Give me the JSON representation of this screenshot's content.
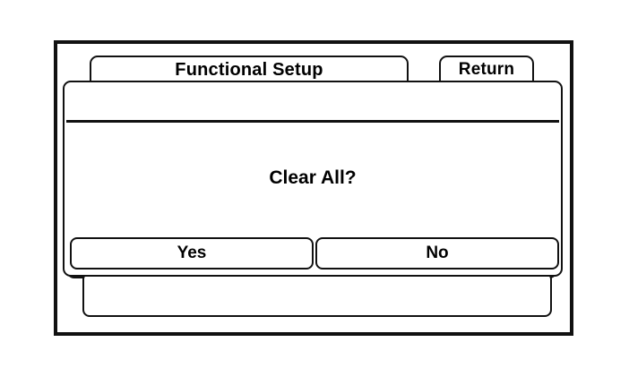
{
  "screen": {
    "tabs": [
      {
        "id": "functional-setup",
        "label": "Functional Setup"
      },
      {
        "id": "return",
        "label": "Return"
      }
    ]
  },
  "dialog": {
    "message": "Clear All?",
    "buttons": [
      {
        "id": "yes",
        "label": "Yes"
      },
      {
        "id": "no",
        "label": "No"
      }
    ]
  },
  "colors": {
    "outline": "#111111",
    "background": "#ffffff",
    "text": "#000000"
  }
}
